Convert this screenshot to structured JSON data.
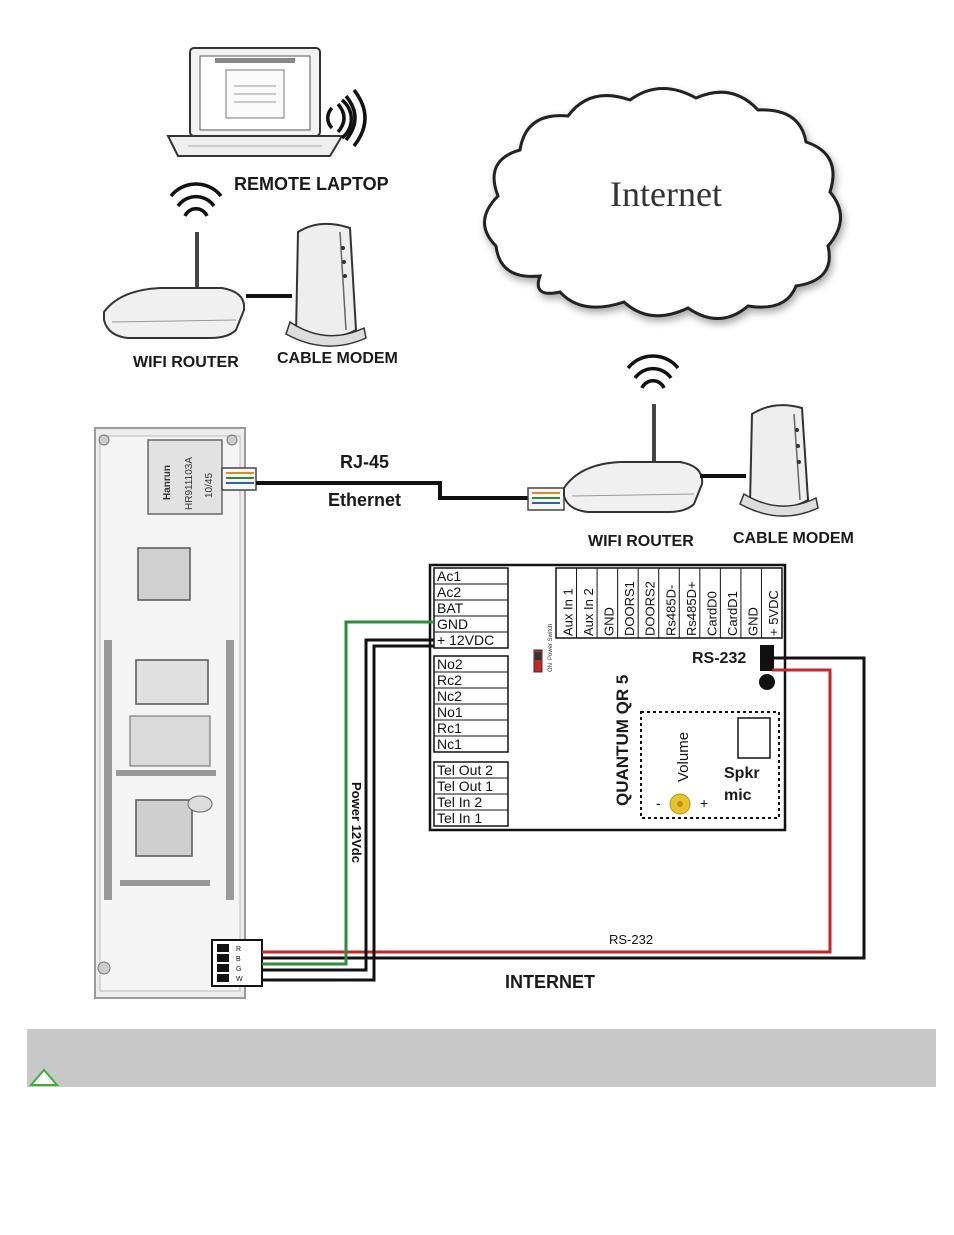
{
  "labels": {
    "remote_laptop": "REMOTE LAPTOP",
    "internet_cloud": "Internet",
    "wifi_router_top": "WIFI ROUTER",
    "cable_modem_top": "CABLE MODEM",
    "rj45": "RJ-45",
    "ethernet": "Ethernet",
    "wifi_router_bottom": "WIFI ROUTER",
    "cable_modem_bottom": "CABLE MODEM",
    "board_name": "QUANTUM QR 5",
    "rs232_port": "RS-232",
    "rs232_wire": "RS-232",
    "internet_bottom": "INTERNET",
    "power_wire": "Power 12Vdc",
    "volume": "Volume",
    "volume_minus": "-",
    "volume_plus": "+",
    "spkr": "Spkr",
    "mic": "mic",
    "power_switch": "Power Switch",
    "on": "ON"
  },
  "terminals": {
    "left_top": [
      "Ac1",
      "Ac2",
      "BAT",
      "GND",
      "+ 12VDC"
    ],
    "left_mid": [
      "No2",
      "Rc2",
      "Nc2",
      "No1",
      "Rc1",
      "Nc1"
    ],
    "left_bottom": [
      "Tel Out 2",
      "Tel Out 1",
      "Tel In 2",
      "Tel In 1"
    ],
    "top": [
      "Aux In 1",
      "Aux In 2",
      "GND",
      "DOORS1",
      "DOORS2",
      "Rs485D-",
      "Rs485D+",
      "CardD0",
      "CardD1",
      "GND",
      "+ 5VDC"
    ]
  },
  "connector_pins": [
    "R",
    "B",
    "G",
    "W"
  ],
  "chip_text": {
    "brand": "Hanrun",
    "part": "HR911103A",
    "speed": "10/45"
  },
  "wire_colors": {
    "rs232": "#c0282b",
    "power": "#2e8b3a",
    "black": "#111111"
  },
  "nav": {
    "up_icon": "up-triangle-icon"
  }
}
